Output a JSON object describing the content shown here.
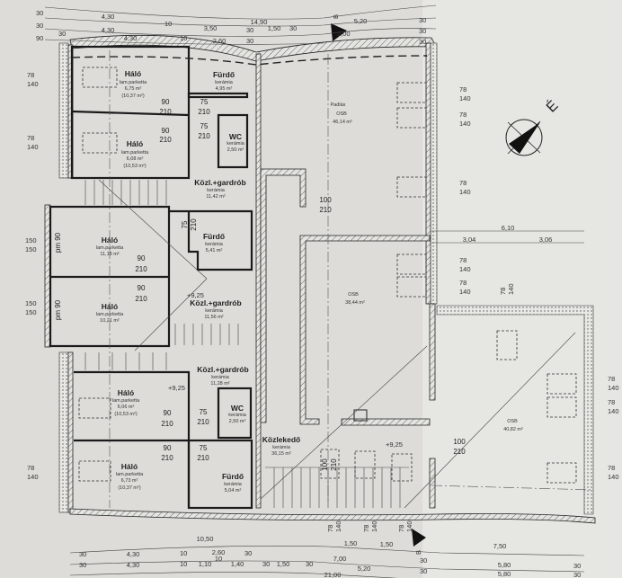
{
  "rooms": {
    "halo_1": {
      "name": "Háló",
      "floor": "lam.parketta",
      "area": "6,75 m²",
      "area2": "(10,37 m²)"
    },
    "halo_2": {
      "name": "Háló",
      "floor": "lam.parketta",
      "area": "6,08 m²",
      "area2": "(10,53 m²)"
    },
    "furdo_1": {
      "name": "Fürdő",
      "floor": "kerámia",
      "area": "4,95 m²"
    },
    "wc_1": {
      "name": "WC",
      "floor": "kerámia",
      "area": "2,50 m²"
    },
    "kozl_1": {
      "name": "Közl.+gardrób",
      "floor": "kerámia",
      "area": "11,42 m²"
    },
    "halo_3": {
      "name": "Háló",
      "floor": "lam.parketta",
      "area": "11,18 m²"
    },
    "halo_4": {
      "name": "Háló",
      "floor": "lam.parketta",
      "area": "10,21 m²"
    },
    "furdo_2": {
      "name": "Fürdő",
      "floor": "kerámia",
      "area": "5,41 m²"
    },
    "kozl_2": {
      "name": "Közl.+gardrób",
      "floor": "kerámia",
      "area": "11,56 m²",
      "level": "+9,25"
    },
    "kozl_3": {
      "name": "Közl.+gardrób",
      "floor": "kerámia",
      "area": "11,28 m²"
    },
    "halo_5": {
      "name": "Háló",
      "floor": "lam.parketta",
      "area": "6,06 m²",
      "area2": "(10,53 m²)",
      "level": "+9,25"
    },
    "halo_6": {
      "name": "Háló",
      "floor": "lam.parketta",
      "area": "6,73 m²",
      "area2": "(10,37 m²)"
    },
    "wc_2": {
      "name": "WC",
      "floor": "kerámia",
      "area": "2,50 m²"
    },
    "furdo_3": {
      "name": "Fürdő",
      "floor": "kerámia",
      "area": "5,04 m²"
    },
    "osb_1": {
      "name": "Padlás",
      "floor": "OSB",
      "area": "46,14 m²"
    },
    "osb_2": {
      "floor": "OSB",
      "area": "38,44 m²"
    },
    "osb_3": {
      "floor": "OSB",
      "area": "40,82 m²"
    },
    "kozlekedo": {
      "name": "Közlekedő",
      "floor": "kerámia",
      "area": "36,15 m²",
      "level": "+9,25"
    }
  },
  "doors": {
    "w90": "90",
    "w75": "75",
    "w100": "100",
    "h210": "210",
    "pm": "pm 90"
  },
  "windows": {
    "w": "78",
    "h": "140",
    "side_w": "150",
    "side_h": "150"
  },
  "dims_top": {
    "r1": [
      "4,30",
      "14,90",
      "5,20",
      "30",
      "30"
    ],
    "r2": [
      "30",
      "4,30",
      "10",
      "3,50",
      "30",
      "1,50",
      "30",
      "30"
    ],
    "r3": [
      "90",
      "30",
      "4,30",
      "10",
      "2,60",
      "30",
      "2,00",
      "30"
    ]
  },
  "dims_right": {
    "total": "6,10",
    "a": "3,04",
    "b": "3,06"
  },
  "dims_bottom": {
    "r1": [
      "10,50",
      "1,50",
      "1,50",
      "7,50"
    ],
    "r2": [
      "30",
      "4,30",
      "10",
      "2,60",
      "10",
      "30",
      "7,00",
      "30",
      "5,80",
      "30"
    ],
    "r3": [
      "30",
      "4,30",
      "10",
      "1,10",
      "1,40",
      "30",
      "1,50",
      "30",
      "5,20",
      "30",
      "5,80",
      "30"
    ],
    "r4": [
      "21,00"
    ]
  },
  "section_marker": "B",
  "north_label": "É"
}
